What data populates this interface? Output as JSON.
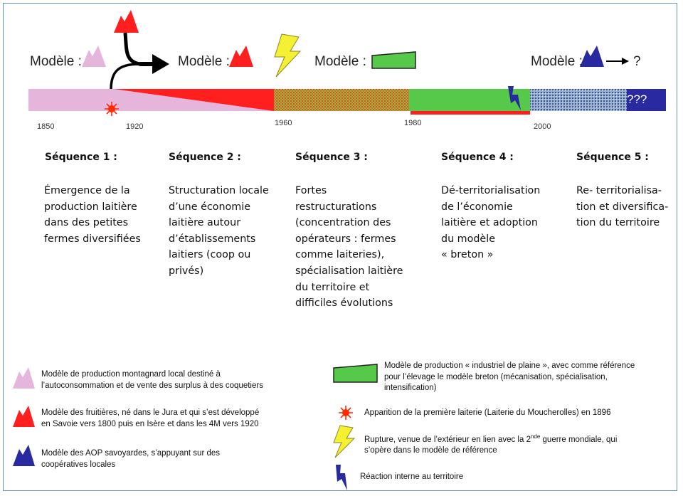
{
  "header_models": {
    "model_label": "Modèle :",
    "question_mark": "?"
  },
  "timeline": {
    "years": [
      "1850",
      "1920",
      "1960",
      "1980",
      "2000"
    ],
    "end_label": "???"
  },
  "sequences": [
    {
      "title": "Séquence 1 :",
      "lines": [
        "Émergence de la",
        "production laitière",
        "dans des petites",
        "fermes diversifiées"
      ]
    },
    {
      "title": "Séquence 2 :",
      "lines": [
        "Structuration locale",
        "d’une économie",
        "laitière autour",
        "d’établissements",
        "laitiers (coop ou",
        "privés)"
      ]
    },
    {
      "title": "Séquence 3 :",
      "lines": [
        "Fortes",
        "restructurations",
        "(concentration des",
        "opérateurs : fermes",
        "comme laiteries),",
        "spécialisation laitière",
        "du territoire et",
        "difficiles  évolutions"
      ]
    },
    {
      "title": "Séquence 4 :",
      "lines": [
        "Dé-territorialisation",
        "de l’économie",
        "laitière et adoption",
        "du modèle",
        "« breton »"
      ]
    },
    {
      "title": "Séquence 5 :",
      "lines": [
        "Re- territorialisa-",
        "tion et  diversifica-",
        "tion du territoire"
      ]
    }
  ],
  "legend": {
    "pink": [
      "Modèle de production  montagnard local destiné à",
      "l’autoconsommation et de vente des surplus à des coquetiers"
    ],
    "red": [
      "Modèle des fruitières, né dans le Jura et qui s’est développé",
      "en Savoie vers 1800 puis en Isère et dans les 4M vers 1920"
    ],
    "blue": [
      "Modèle des AOP savoyardes, s’appuyant sur des",
      "coopératives locales"
    ],
    "green": [
      "Modèle de production « industriel de plaine », avec comme référence",
      "pour l’élevage le modèle breton (mécanisation, spécialisation,",
      "intensification)"
    ],
    "star": "Apparition de la première laiterie (Laiterie du Moucherolles) en  1896",
    "lightning_line1_a": "Rupture, venue de l’extérieur en lien avec la 2",
    "lightning_sup": "nde",
    "lightning_line1_b": " guerre mondiale, qui",
    "lightning_line2": "s’opère dans le modèle de référence",
    "internal": "Réaction interne au territoire"
  },
  "colors": {
    "pink": "#e6b5dc",
    "red": "#ff1f1f",
    "green": "#56c84a",
    "blue": "#2a2aa0",
    "yellow": "#f5f032",
    "border": "#6a8fb5"
  }
}
